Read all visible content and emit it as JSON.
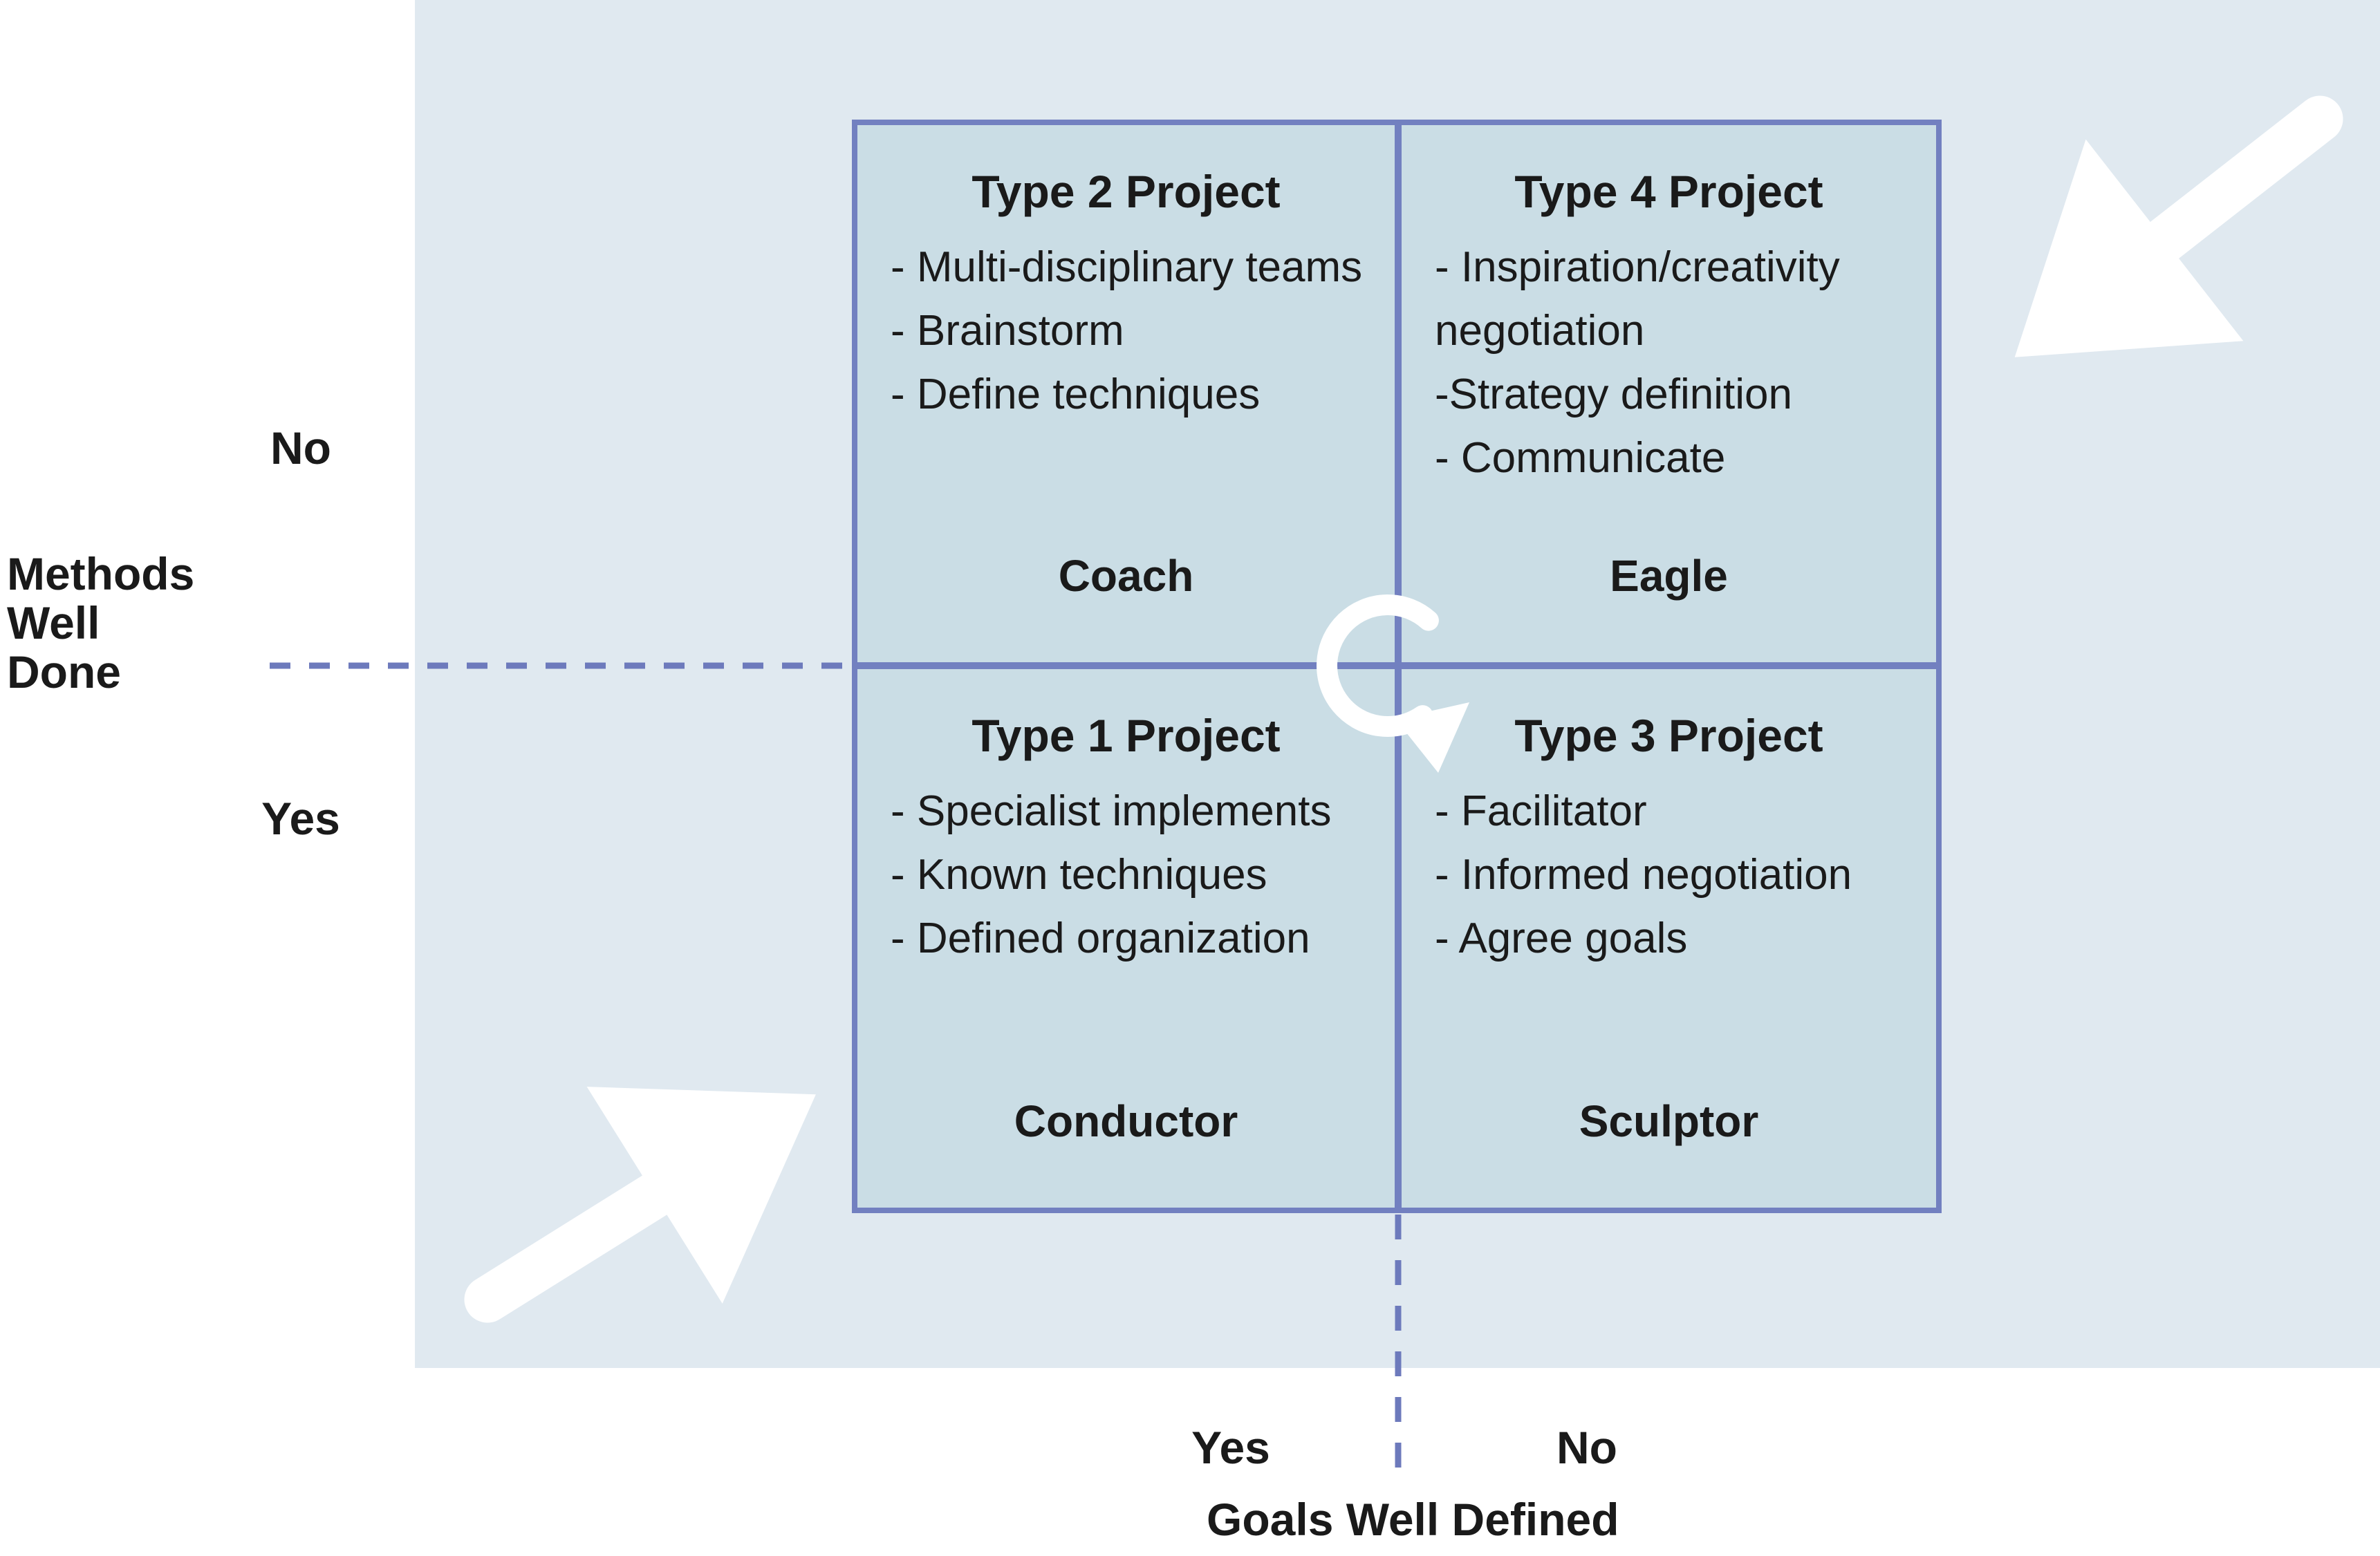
{
  "colors": {
    "panel_bg": "#e0e9f0",
    "cell_bg": "#cadde5",
    "grid_line": "#7280c0",
    "dashed_line": "#6d7abc",
    "text": "#1a1a1a",
    "arrow": "#ffffff"
  },
  "y_axis": {
    "title_lines": [
      "Methods",
      "Well",
      "Done"
    ],
    "top_label": "No",
    "bottom_label": "Yes"
  },
  "x_axis": {
    "title": "Goals Well Defined",
    "left_label": "Yes",
    "right_label": "No"
  },
  "quadrants": {
    "top_left": {
      "title": "Type 2 Project",
      "bullets": [
        "- Multi-disciplinary teams",
        "- Brainstorm",
        "- Define techniques"
      ],
      "role": "Coach"
    },
    "top_right": {
      "title": "Type 4 Project",
      "bullets": [
        "- Inspiration/creativity",
        "negotiation",
        "-Strategy definition",
        "- Communicate"
      ],
      "role": "Eagle"
    },
    "bottom_left": {
      "title": "Type 1 Project",
      "bullets": [
        "- Specialist implements",
        "- Known techniques",
        "- Defined organization"
      ],
      "role": "Conductor"
    },
    "bottom_right": {
      "title": "Type 3 Project",
      "bullets": [
        "- Facilitator",
        "- Informed negotiation",
        "- Agree goals"
      ],
      "role": "Sculptor"
    }
  },
  "icons": {
    "top_right_arrow": "inward-arrow-top-right",
    "bottom_left_arrow": "inward-arrow-bottom-left",
    "center_arrow": "cycle-arrow"
  }
}
